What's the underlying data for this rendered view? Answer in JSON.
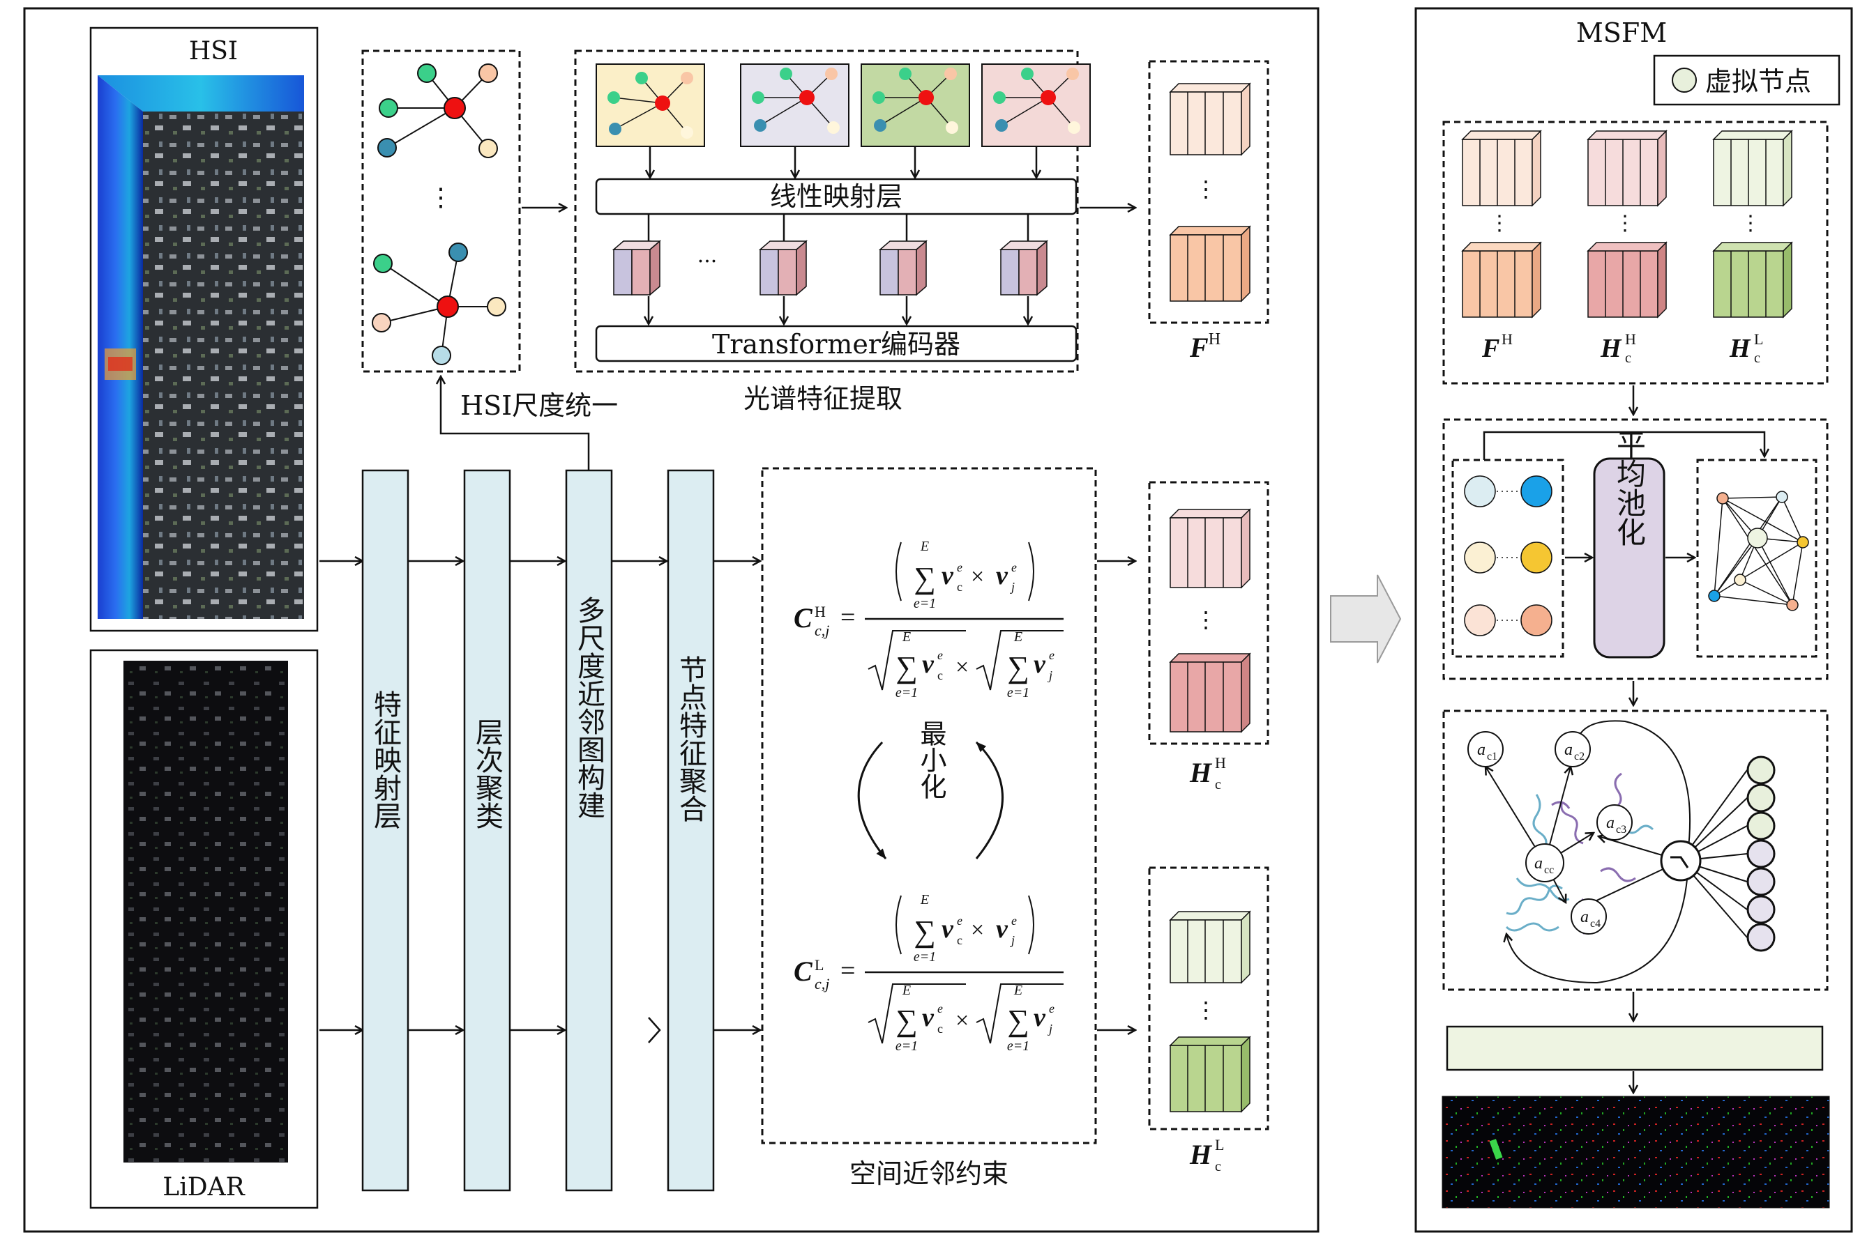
{
  "left_panel": {
    "hsi_label": "HSI",
    "lidar_label": "LiDAR",
    "vertical_blocks": [
      "特征映射层",
      "层次聚类",
      "多尺度近邻图构建",
      "节点特征聚合"
    ],
    "hsi_scale_label": "HSI尺度统一",
    "linear_layer_label": "线性映射层",
    "transformer_label": "Transformer编码器",
    "spectral_caption": "光谱特征提取",
    "spatial_caption": "空间近邻约束",
    "minimize_label": "最小化",
    "ellipsis_dots": "⋮",
    "ellipsis_h": "···",
    "feature_labels": {
      "FH": "F",
      "FH_sup": "H",
      "HcH": "H",
      "HcH_sup": "H",
      "HcL": "H",
      "HcL_sup": "L",
      "sub_c": "c"
    },
    "equation": {
      "C": "C",
      "sub": "c,j",
      "supH": "H",
      "supL": "L",
      "sum_top": "E",
      "sum_bot": "e=1",
      "v": "v",
      "v_sub_c": "c",
      "v_sub_j": "j",
      "v_sup": "e",
      "times": "×",
      "eq": "="
    }
  },
  "right_panel": {
    "title": "MSFM",
    "legend_label": "虚拟节点",
    "pool_label": "平均池化",
    "block_labels": {
      "F": "F",
      "F_sup": "H",
      "H1": "H",
      "H1_sup": "H",
      "H2": "H",
      "H2_sup": "L",
      "sub_c": "c"
    },
    "anchor_nodes": [
      "a",
      "a",
      "a",
      "a",
      "a"
    ],
    "anchor_subs": [
      "c1",
      "c2",
      "c3",
      "c4",
      "cc"
    ]
  },
  "colors": {
    "light_blue_block": "#dcedf2",
    "peach": "#f9c6a6",
    "pink": "#e8a7a7",
    "green": "#b9d58f",
    "red_node": "#ee1111",
    "teal_node": "#3bd08a",
    "blue_node": "#3a8fb0",
    "pool_purple": "#ddd3e6",
    "pale_green_bar": "#eef4e2"
  }
}
